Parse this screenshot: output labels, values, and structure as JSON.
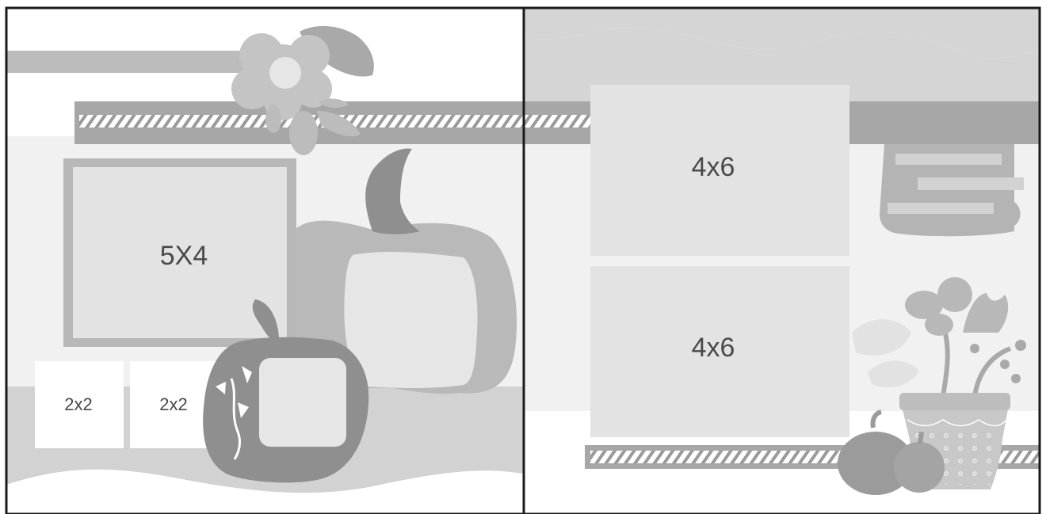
{
  "photos": {
    "left_main": "5X4",
    "left_small_1": "2x2",
    "left_small_2": "2x2",
    "right_top": "4x6",
    "right_bottom": "4x6"
  },
  "colors": {
    "page": "#ffffff",
    "panel": "#f1f1f1",
    "wave": "#d4d4d4",
    "band": "#a5a5a5",
    "photo": "#e4e4e4",
    "photo_frame": "#b8b8b8",
    "pumpkin_dark": "#8f8f8f",
    "pumpkin_mid": "#bdbdbd",
    "border": "#1a1a1a"
  },
  "icons": [
    "flower-icon",
    "leaf-icon",
    "pumpkin-icon",
    "potted-plant-icon",
    "ribbon-icon"
  ]
}
